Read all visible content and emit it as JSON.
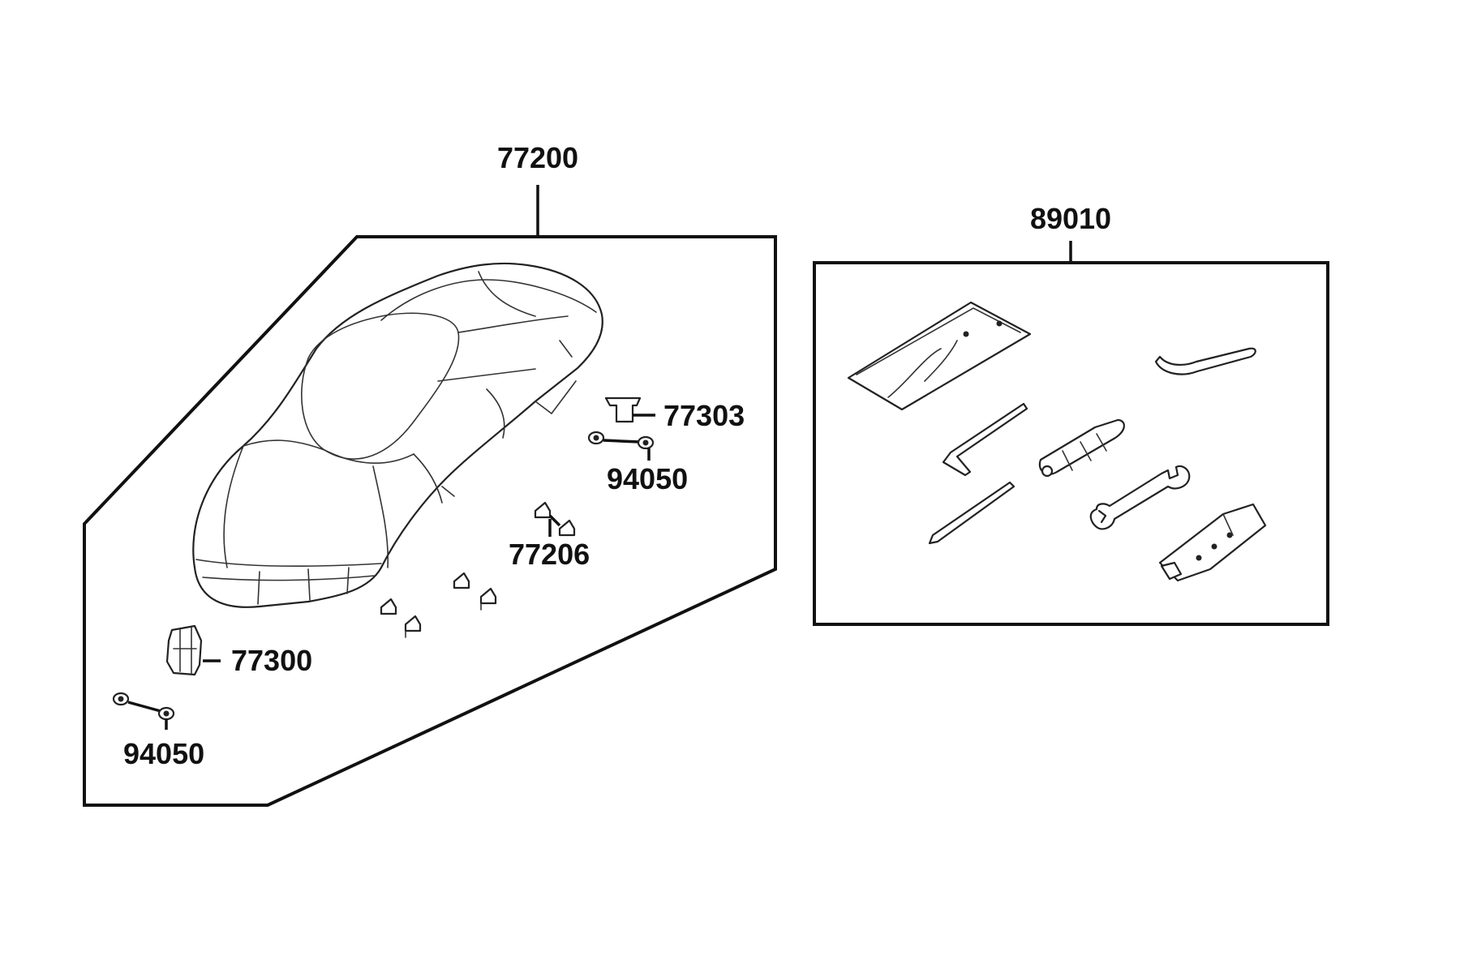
{
  "callouts": {
    "seat_assembly": "77200",
    "tool_kit": "89010",
    "bracket_77303": "77303",
    "bolt_94050_upper": "94050",
    "clip_77206": "77206",
    "hinge_77300": "77300",
    "bolt_94050_lower": "94050"
  },
  "colors": {
    "line": "#111111",
    "background": "#ffffff"
  }
}
